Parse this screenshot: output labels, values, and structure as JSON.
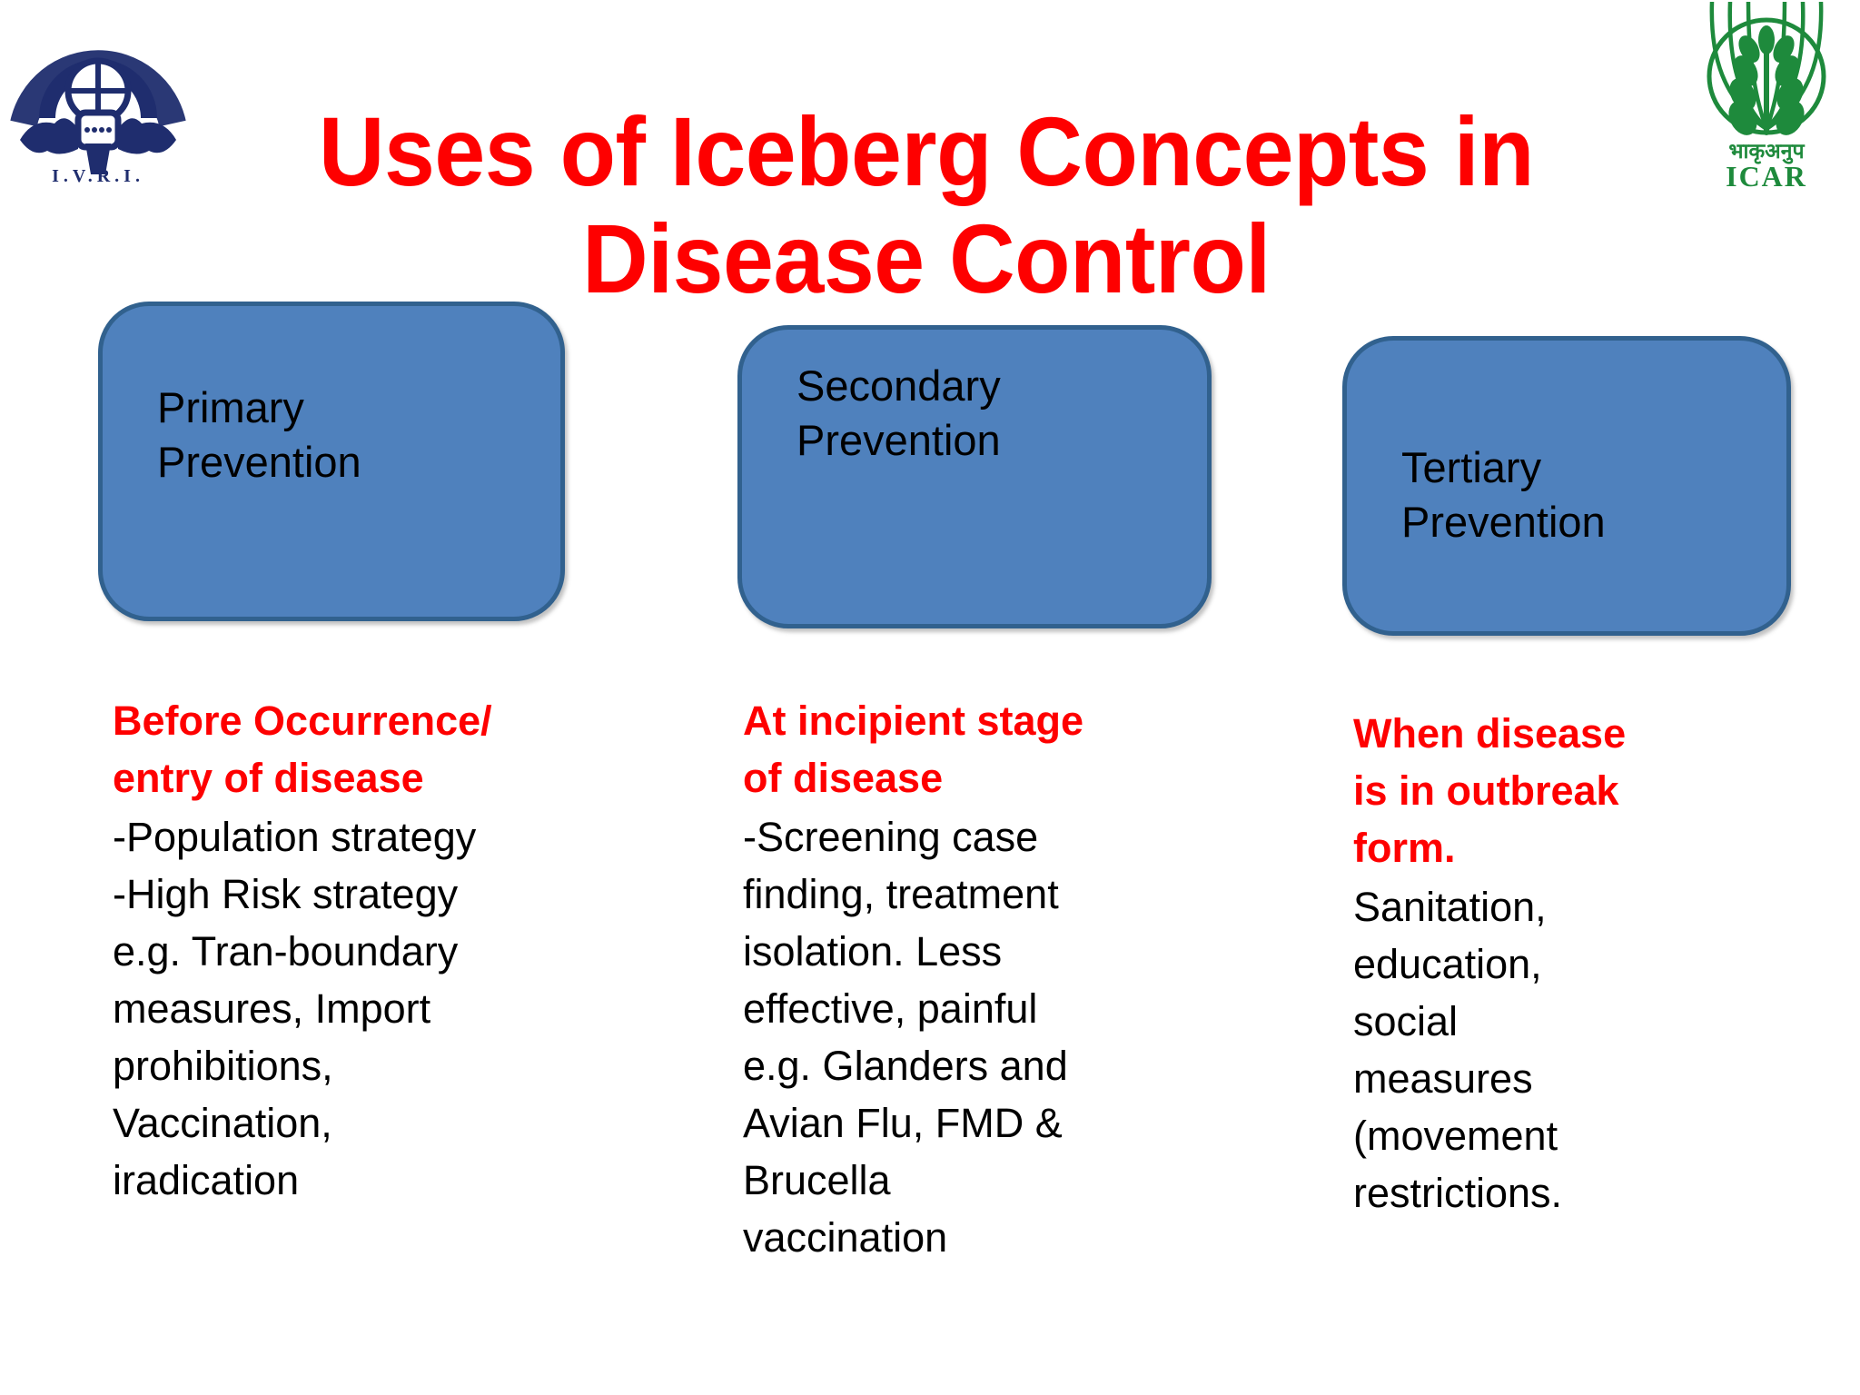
{
  "slide": {
    "title": "Uses of Iceberg Concepts in\nDisease Control",
    "title_color": "#FE0000",
    "background_color": "#FFFFFF"
  },
  "logos": {
    "left": {
      "name": "ivri-logo",
      "institute_abbr": "I.V.R.I.",
      "color": "#1F2D6E"
    },
    "right": {
      "name": "icar-logo",
      "hindi_text": "भाकृअनुप",
      "abbr": "ICAR",
      "color": "#1E8A3C"
    }
  },
  "boxes": [
    {
      "id": "primary",
      "label": "Primary\nPrevention",
      "fill": "#4F81BD",
      "border": "#31618E"
    },
    {
      "id": "secondary",
      "label": "Secondary\nPrevention",
      "fill": "#4F81BD",
      "border": "#31618E"
    },
    {
      "id": "tertiary",
      "label": "Tertiary\nPrevention",
      "fill": "#4F81BD",
      "border": "#31618E"
    }
  ],
  "columns": [
    {
      "id": "primary",
      "heading": "Before Occurrence/\nentry of disease",
      "heading_color": "#FE0000",
      "body": "-Population strategy\n-High Risk strategy\ne.g. Tran-boundary\nmeasures, Import\nprohibitions,\nVaccination,\niradication",
      "body_color": "#000000"
    },
    {
      "id": "secondary",
      "heading": "At incipient stage\nof disease",
      "heading_color": "#FE0000",
      "body": "-Screening case\nfinding, treatment\nisolation. Less\neffective, painful\ne.g. Glanders and\nAvian Flu, FMD &\nBrucella\nvaccination",
      "body_color": "#000000"
    },
    {
      "id": "tertiary",
      "heading": "When disease\nis in outbreak\nform.",
      "heading_color": "#FE0000",
      "body": "Sanitation,\neducation,\nsocial\nmeasures\n(movement\nrestrictions.",
      "body_color": "#000000"
    }
  ]
}
